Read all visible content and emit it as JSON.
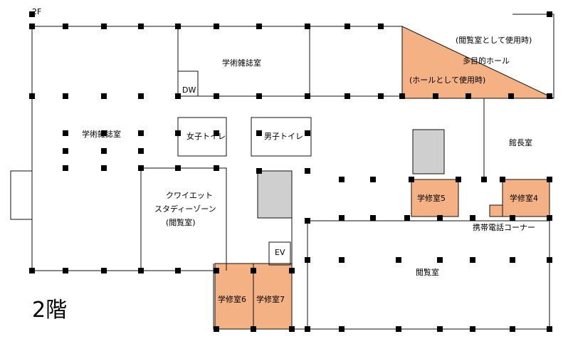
{
  "floor": {
    "level_label": "2F",
    "floor_title": "2階"
  },
  "rooms": {
    "academic_journals_top": "学術雑誌室",
    "academic_journals_left": "学術雑誌室",
    "dw": "DW",
    "womens_restroom": "女子トイレ",
    "mens_restroom": "男子トイレ",
    "quiet_study_1": "クワイエット",
    "quiet_study_2": "スタディーゾーン",
    "quiet_study_3": "(閲覧室)",
    "hall_reading_note": "(閲覧室として使用時)",
    "multipurpose_hall": "多目的ホール",
    "hall_note": "(ホールとして使用時)",
    "director_room": "館長室",
    "study_room_5": "学修室5",
    "study_room_4": "学修室4",
    "phone_corner": "携帯電話コーナー",
    "elevator": "EV",
    "reading_room": "閲覧室",
    "study_room_6": "学修室6",
    "study_room_7": "学修室7"
  },
  "colors": {
    "study_fill": "#f4b183",
    "wall": "#111111",
    "column": "#000000"
  }
}
